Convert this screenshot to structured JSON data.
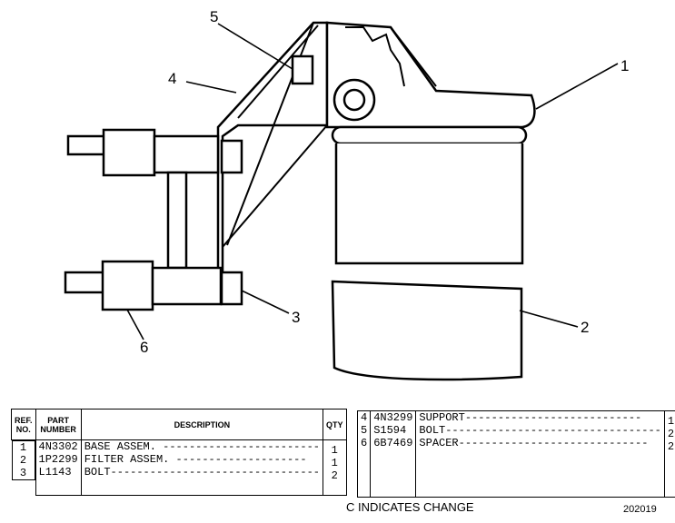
{
  "callouts": {
    "c1": "1",
    "c2": "2",
    "c3": "3",
    "c4": "4",
    "c5": "5",
    "c6": "6"
  },
  "table_left": {
    "headers": {
      "ref": "REF. NO.",
      "part": "PART NUMBER",
      "desc": "DESCRIPTION",
      "qty": "QTY"
    },
    "rows": [
      {
        "ref": "1",
        "part": "4N3302",
        "desc": "BASE ASSEM. ------------------------",
        "qty": "1"
      },
      {
        "ref": "2",
        "part": "1P2299",
        "desc": "FILTER ASSEM. --------------------",
        "qty": "1"
      },
      {
        "ref": "3",
        "part": "L1143",
        "desc": "BOLT--------------------------------",
        "qty": "2"
      }
    ]
  },
  "table_right": {
    "rows": [
      {
        "ref": "4",
        "part": "4N3299",
        "desc": "SUPPORT---------------------------",
        "qty": "1"
      },
      {
        "ref": "5",
        "part": "S1594",
        "desc": "BOLT---------------------------------",
        "qty": "2"
      },
      {
        "ref": "6",
        "part": "6B7469",
        "desc": "SPACER-----------------------------",
        "qty": "2"
      }
    ]
  },
  "change_note": "C INDICATES CHANGE",
  "drawing_number": "202019"
}
